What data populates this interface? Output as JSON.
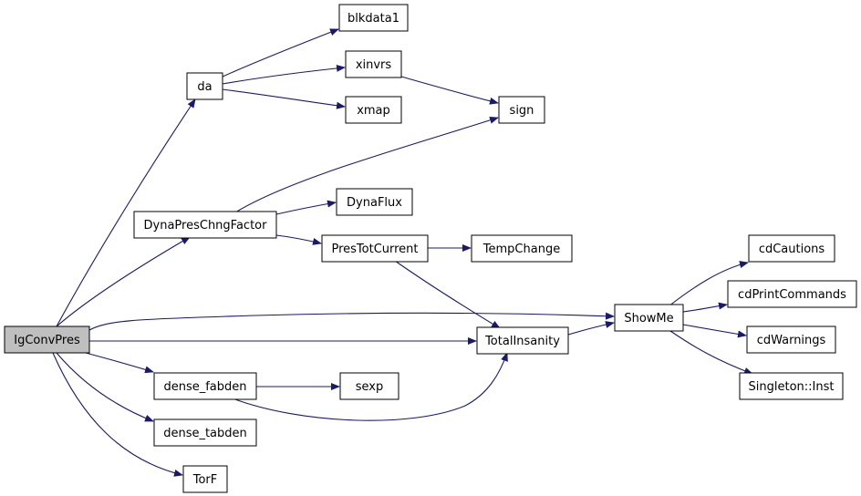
{
  "colors": {
    "edge": "#191970",
    "node_fill": "#ffffff",
    "node_border": "#000000",
    "root_fill": "#bfbfbf"
  },
  "nodes": {
    "igconvpres": "IgConvPres",
    "da": "da",
    "blkdata1": "blkdata1",
    "xinvrs": "xinvrs",
    "xmap": "xmap",
    "sign": "sign",
    "dynaprespchngfactor": "DynaPresChngFactor",
    "dynaflux": "DynaFlux",
    "prestotcurrent": "PresTotCurrent",
    "tempchange": "TempChange",
    "totalinsanity": "TotalInsanity",
    "showme": "ShowMe",
    "cdcautions": "cdCautions",
    "cdprintcommands": "cdPrintCommands",
    "cdwarnings": "cdWarnings",
    "singleton_inst": "Singleton::Inst",
    "dense_fabden": "dense_fabden",
    "sexp": "sexp",
    "dense_tabden": "dense_tabden",
    "torf": "TorF"
  },
  "edges": [
    [
      "igconvpres",
      "da"
    ],
    [
      "igconvpres",
      "dynaprespchngfactor"
    ],
    [
      "igconvpres",
      "showme"
    ],
    [
      "igconvpres",
      "totalinsanity"
    ],
    [
      "igconvpres",
      "dense_fabden"
    ],
    [
      "igconvpres",
      "dense_tabden"
    ],
    [
      "igconvpres",
      "torf"
    ],
    [
      "da",
      "blkdata1"
    ],
    [
      "da",
      "xinvrs"
    ],
    [
      "da",
      "xmap"
    ],
    [
      "xinvrs",
      "sign"
    ],
    [
      "dynaprespchngfactor",
      "sign"
    ],
    [
      "dynaprespchngfactor",
      "dynaflux"
    ],
    [
      "dynaprespchngfactor",
      "prestotcurrent"
    ],
    [
      "prestotcurrent",
      "tempchange"
    ],
    [
      "prestotcurrent",
      "totalinsanity"
    ],
    [
      "totalinsanity",
      "showme"
    ],
    [
      "showme",
      "cdcautions"
    ],
    [
      "showme",
      "cdprintcommands"
    ],
    [
      "showme",
      "cdwarnings"
    ],
    [
      "showme",
      "singleton_inst"
    ],
    [
      "dense_fabden",
      "sexp"
    ],
    [
      "dense_fabden",
      "totalinsanity"
    ]
  ]
}
